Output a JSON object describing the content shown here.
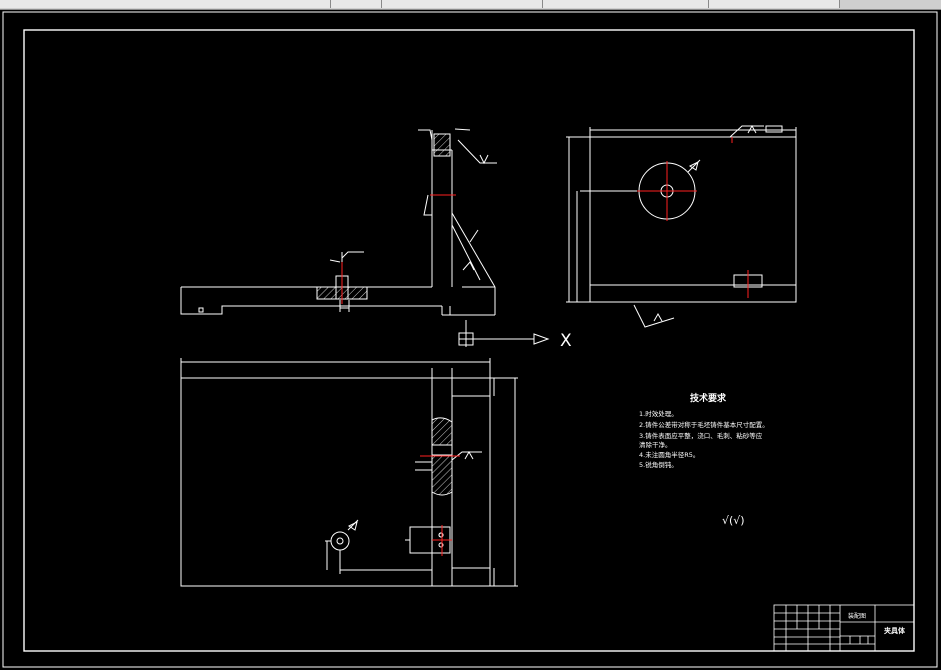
{
  "tech_requirements": {
    "title": "技术要求",
    "items": [
      "1.时效处理。",
      "2.铸件公差带对称于毛坯铸件基本尺寸配置。",
      "3.铸件表面应平整，浇口、毛刺、粘砂等应",
      "清除干净。",
      "4.未注圆角半径R5。",
      "5.锐角倒钝。"
    ]
  },
  "roughness_note": "√(√)",
  "projection_symbol_label": "X",
  "title_block": {
    "part_name": "夹具体",
    "drawing_label": "装配图"
  },
  "colors": {
    "background": "#000000",
    "lines": "#ffffff",
    "centerline": "#ff2020",
    "toolbar": "#cfcfcf"
  }
}
